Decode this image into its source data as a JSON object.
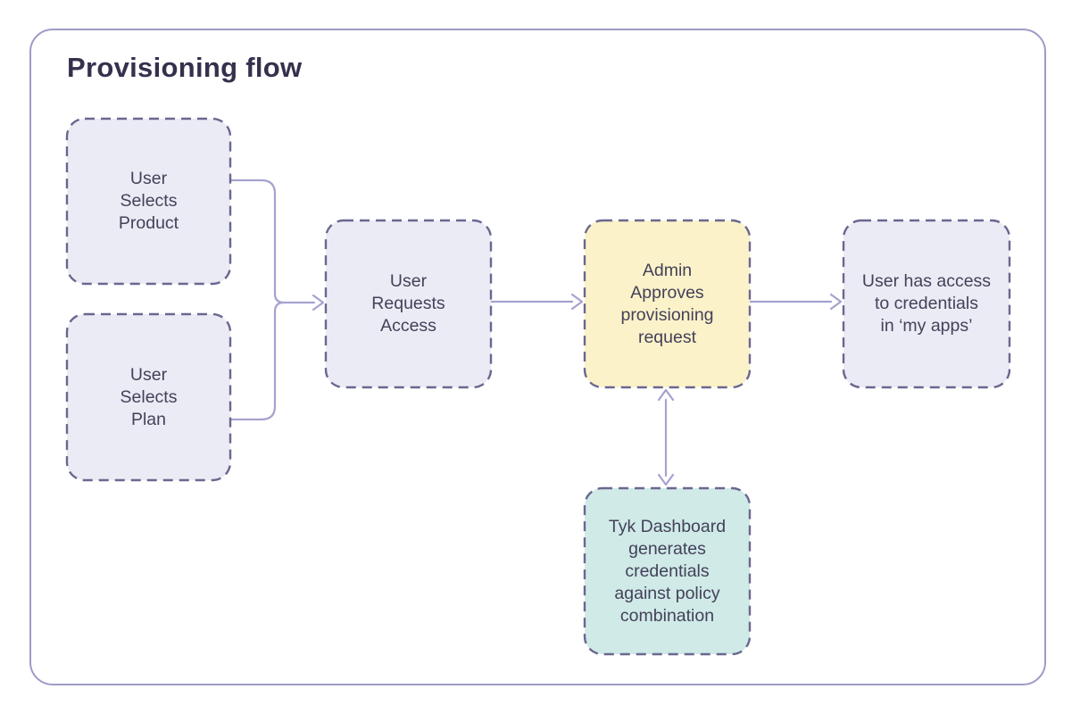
{
  "title": "Provisioning flow",
  "colors": {
    "frame-border": "#9e9bc7",
    "connector": "#a5a2d0",
    "node-border": "#6a6790",
    "node-text": "#44415a",
    "title-text": "#34314e",
    "lavender": "#ebebf5",
    "yellow": "#fbf2c9",
    "teal": "#cfeae7"
  },
  "nodes": [
    {
      "id": "user-selects-product",
      "label": "User\nSelects\nProduct",
      "fill": "lavender"
    },
    {
      "id": "user-selects-plan",
      "label": "User\nSelects\nPlan",
      "fill": "lavender"
    },
    {
      "id": "user-requests-access",
      "label": "User\nRequests\nAccess",
      "fill": "lavender"
    },
    {
      "id": "admin-approves-request",
      "label": "Admin\nApproves\nprovisioning\nrequest",
      "fill": "yellow"
    },
    {
      "id": "user-has-access",
      "label": "User has access\nto credentials\nin ‘my apps’",
      "fill": "lavender"
    },
    {
      "id": "tyk-dashboard-generates",
      "label": "Tyk Dashboard\ngenerates\ncredentials\nagainst policy\ncombination",
      "fill": "teal"
    }
  ],
  "edges": [
    {
      "from": "user-selects-product",
      "to": "user-requests-access",
      "type": "arrow"
    },
    {
      "from": "user-selects-plan",
      "to": "user-requests-access",
      "type": "arrow"
    },
    {
      "from": "user-requests-access",
      "to": "admin-approves-request",
      "type": "arrow"
    },
    {
      "from": "admin-approves-request",
      "to": "user-has-access",
      "type": "arrow"
    },
    {
      "from": "admin-approves-request",
      "to": "tyk-dashboard-generates",
      "type": "bidirectional-arrow"
    }
  ]
}
